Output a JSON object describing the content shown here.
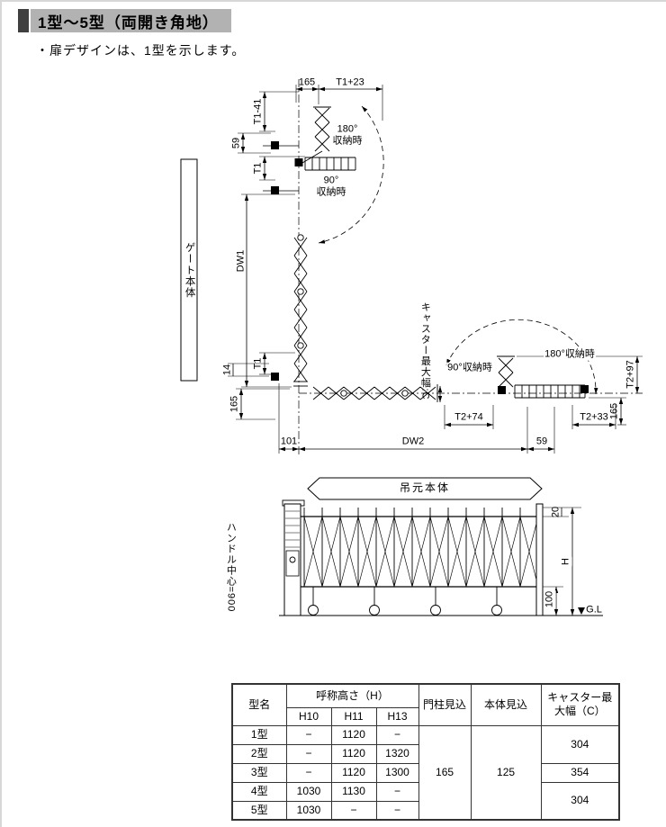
{
  "header": {
    "title": "1型〜5型（両開き角地）",
    "note": "・扉デザインは、1型を示します。",
    "colors": {
      "title_block": "#3f3f3f",
      "title_highlight": "#b2b2b2"
    }
  },
  "plan": {
    "gate_body": "ゲート本体",
    "hinge_body": "吊元本体",
    "caster_width": "キャスター最大幅:C",
    "stored_180_top": "180°\n収納時",
    "stored_90_top": "90°\n収納時",
    "stored_90_right": "90°収納時",
    "stored_180_right": "180°収納時",
    "dims": {
      "d165_top": "165",
      "t1_plus_23": "T1+23",
      "t1_minus_41": "T1-41",
      "d59_top": "59",
      "t1_upper": "T1",
      "dw1": "DW1",
      "d14": "14",
      "t1_lower": "T1",
      "d165_left": "165",
      "d101": "101",
      "dw2": "DW2",
      "d59_bottom": "59",
      "t2_plus_97": "T2+97",
      "t2_plus_74": "T2+74",
      "t2_plus_33": "T2+33",
      "d165_right": "165"
    }
  },
  "elevation": {
    "handle_center": "ハンドル中心=900",
    "dims": {
      "d20": "20",
      "h": "H",
      "d100": "100",
      "gl": "G.L"
    }
  },
  "spec_table": {
    "headers": {
      "model": "型名",
      "height_group": "呼称高さ（H）",
      "h10": "H10",
      "h11": "H11",
      "h13": "H13",
      "post_depth": "門柱見込",
      "body_depth": "本体見込",
      "caster_width": "キャスター最大幅（C）"
    },
    "merged": {
      "post_depth": "165",
      "body_depth": "125",
      "caster_rows12": "304",
      "caster_row3": "354",
      "caster_rows45": "304"
    },
    "rows": [
      {
        "model": "1型",
        "h10": "−",
        "h11": "1120",
        "h13": "−"
      },
      {
        "model": "2型",
        "h10": "−",
        "h11": "1120",
        "h13": "1320"
      },
      {
        "model": "3型",
        "h10": "−",
        "h11": "1120",
        "h13": "1300"
      },
      {
        "model": "4型",
        "h10": "1030",
        "h11": "1130",
        "h13": "−"
      },
      {
        "model": "5型",
        "h10": "1030",
        "h11": "−",
        "h13": "−"
      }
    ]
  }
}
